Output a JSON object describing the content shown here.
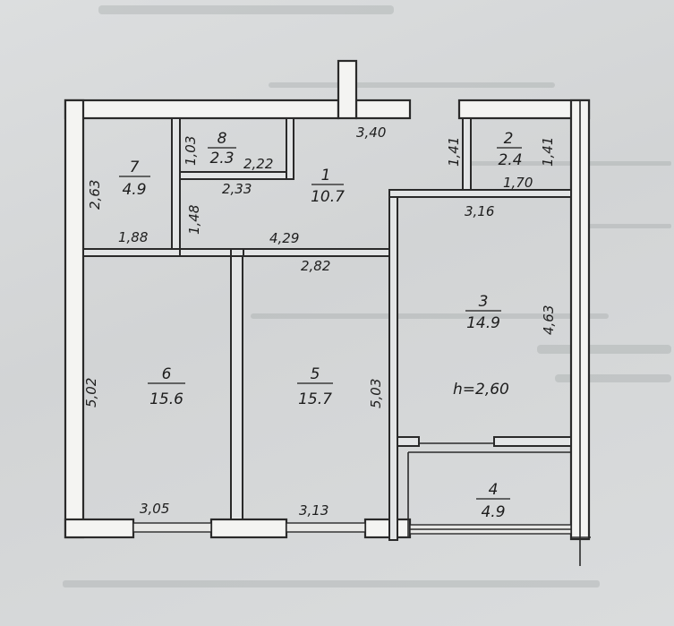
{
  "rooms": [
    {
      "id": "1",
      "area": "10.7"
    },
    {
      "id": "2",
      "area": "2.4"
    },
    {
      "id": "3",
      "area": "14.9"
    },
    {
      "id": "4",
      "area": "4.9"
    },
    {
      "id": "5",
      "area": "15.7"
    },
    {
      "id": "6",
      "area": "15.6"
    },
    {
      "id": "7",
      "area": "4.9"
    },
    {
      "id": "8",
      "area": "2.3"
    }
  ],
  "dimensions": {
    "d_340": "3,40",
    "d_141_a": "1,41",
    "d_141_b": "1,41",
    "d_170": "1,70",
    "d_103": "1,03",
    "d_222": "2,22",
    "d_233": "2,33",
    "d_263": "2,63",
    "d_148": "1,48",
    "d_188": "1,88",
    "d_429": "4,29",
    "d_316": "3,16",
    "d_282": "2,82",
    "d_463": "4,63",
    "d_502": "5,02",
    "d_503": "5,03",
    "d_305": "3,05",
    "d_313": "3,13"
  },
  "ceiling_height": "h=2,60"
}
